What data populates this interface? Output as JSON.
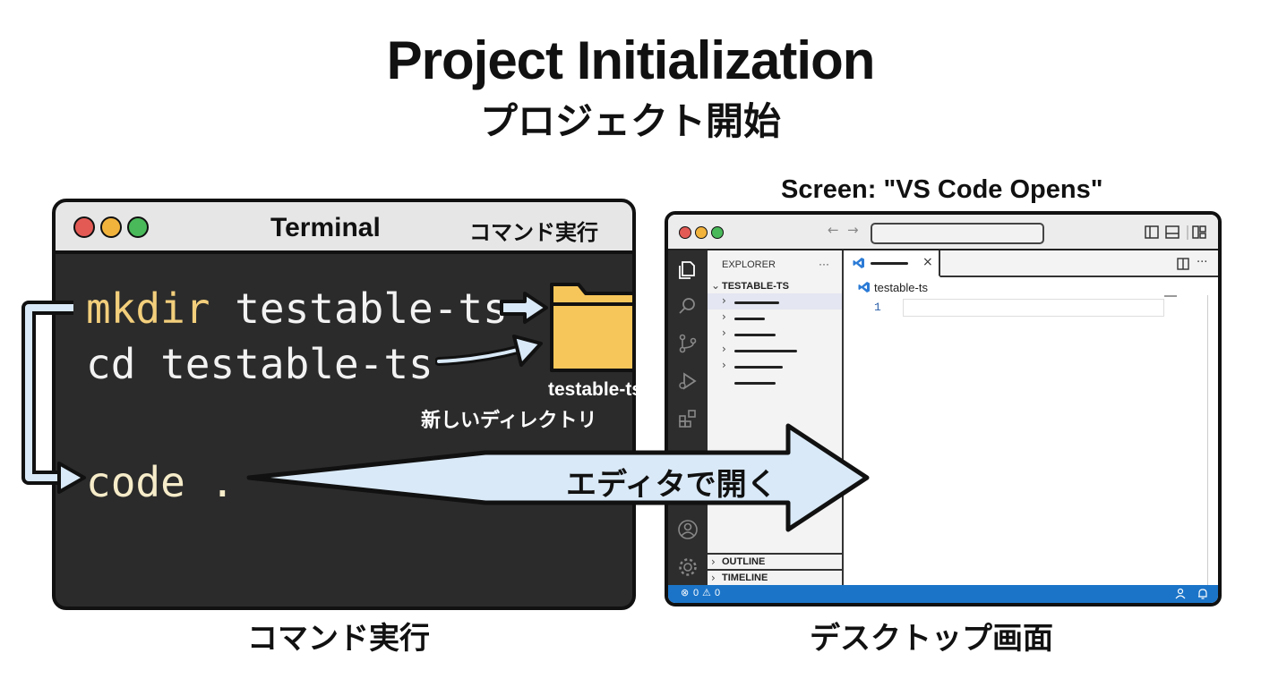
{
  "title": "Project Initialization",
  "subtitle": "プロジェクト開始",
  "terminal": {
    "title": "Terminal",
    "title_jp": "コマンド実行",
    "commands": [
      {
        "cmd": "mkdir",
        "arg": "testable-ts"
      },
      {
        "cmd": "cd",
        "arg": "testable-ts"
      },
      {
        "cmd": "code",
        "arg": "."
      }
    ],
    "folder_name": "testable-ts",
    "folder_desc": "新しいディレクトリ",
    "caption": "コマンド実行"
  },
  "arrow_label": "エディタで開く",
  "vscode": {
    "caption": "Screen: \"VS Code Opens\"",
    "explorer_label": "EXPLORER",
    "explorer_more": "···",
    "project_name": "TESTABLE-TS",
    "breadcrumb": "testable-ts",
    "line_number": "1",
    "outline_label": "OUTLINE",
    "timeline_label": "TIMELINE",
    "status_errors": "0",
    "status_warnings": "0",
    "tab_close": "×",
    "screen_caption": "デスクトップ画面",
    "colors": {
      "statusbar": "#1b74c8",
      "activity": "#2d2d2d",
      "vscode_blue": "#2b7bd6"
    }
  },
  "colors": {
    "red_dot": "#e35a55",
    "yellow_dot": "#f2b33d",
    "green_dot": "#49b95a",
    "folder": "#f7c65a",
    "arrow_fill": "#d9e9f7"
  }
}
